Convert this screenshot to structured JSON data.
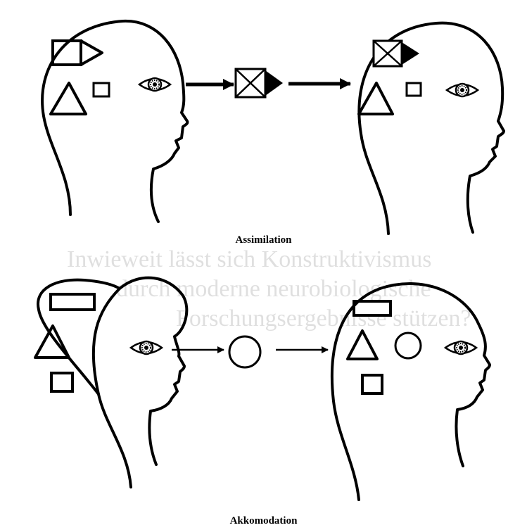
{
  "figure": {
    "panels": [
      {
        "label": "Assimilation"
      },
      {
        "label": "Akkomodation"
      }
    ]
  },
  "background_text": {
    "heading_lines": [
      "Inwieweit lässt sich Konstruktivismus",
      "durch moderne neurobiologische",
      "Forschungsergebnisse stützen?"
    ]
  }
}
